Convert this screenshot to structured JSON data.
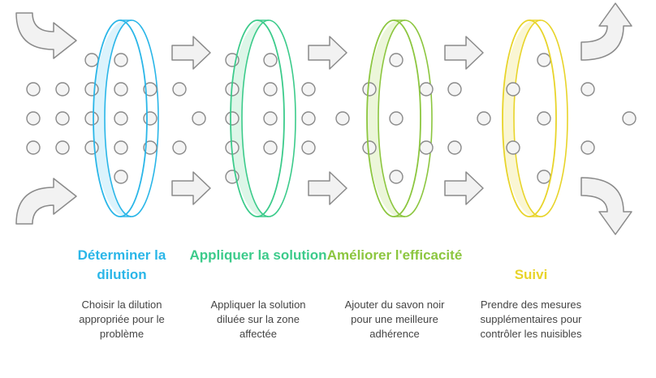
{
  "stages": [
    {
      "title": "Déterminer la dilution",
      "description": "Choisir la dilution appropriée pour le problème",
      "color": "#2AB6E8",
      "fill": "#D8F2FC"
    },
    {
      "title": "Appliquer la solution",
      "description": "Appliquer la solution diluée sur la zone affectée",
      "color": "#3CCB8B",
      "fill": "#D9F5E6"
    },
    {
      "title": "Améliorer l'efficacité",
      "description": "Ajouter du savon noir pour une meilleure adhérence",
      "color": "#8CC63F",
      "fill": "#EAF5D6"
    },
    {
      "title": "Suivi",
      "description": "Prendre des mesures supplémentaires pour contrôler les nuisibles",
      "color": "#E8D42A",
      "fill": "#FAF5CE"
    }
  ],
  "arrow_fill": "#F2F2F2",
  "arrow_stroke": "#8A8A8A",
  "dot_fill": "#F4F4F4",
  "dot_stroke": "#8A8A8A"
}
